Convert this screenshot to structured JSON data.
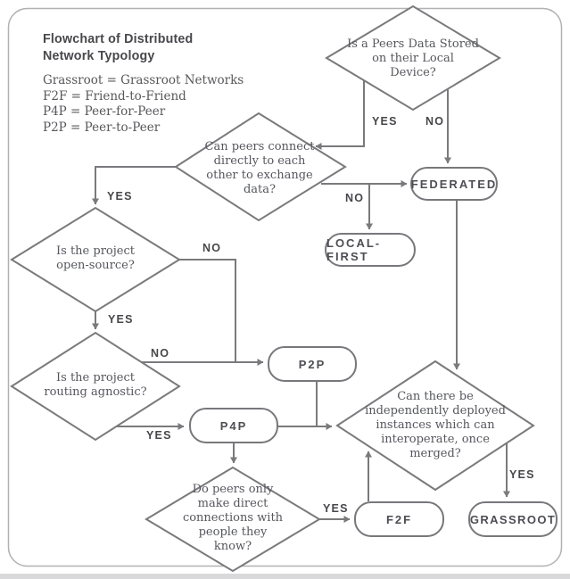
{
  "title": "Flowchart of Distributed\nNetwork Typology",
  "legend": {
    "items": [
      "Grassroot = Grassroot Networks",
      "F2F = Friend-to-Friend",
      "P4P = Peer-for-Peer",
      "P2P = Peer-to-Peer"
    ]
  },
  "decisions": {
    "peers_data": {
      "label": "Is a Peers Data Stored\non their Local\nDevice?"
    },
    "can_connect": {
      "label": "Can peers connect\ndirectly to each\nother to exchange\ndata?"
    },
    "open_source": {
      "label": "Is the project\nopen-source?"
    },
    "routing_agnostic": {
      "label": "Is the project\nrouting agnostic?"
    },
    "direct_connections": {
      "label": "Do peers only\nmake direct\nconnections with\npeople they\nknow?"
    },
    "independent_instances": {
      "label": "Can there be\nindependently deployed\ninstances which can\ninteroperate, once\nmerged?"
    }
  },
  "terminals": {
    "federated": "FEDERATED",
    "local_first": "LOCAL-FIRST",
    "p2p": "P2P",
    "p4p": "P4P",
    "f2f": "F2F",
    "grassroot": "GRASSROOT"
  },
  "edge_labels": {
    "a_yes": "YES",
    "a_no": "NO",
    "b_yes": "YES",
    "b_no": "NO",
    "c_yes": "YES",
    "c_no": "NO",
    "d_no": "NO",
    "d_yes": "YES",
    "e_yes": "YES",
    "f_yes": "YES"
  },
  "colors": {
    "line": "#7a7a7d",
    "card_border": "#b1b1b4",
    "title_text": "#48484c",
    "body_text": "#56575d",
    "edge_label_text": "#47474b",
    "bottom_strip": "#d9d9db",
    "background": "#ffffff"
  }
}
